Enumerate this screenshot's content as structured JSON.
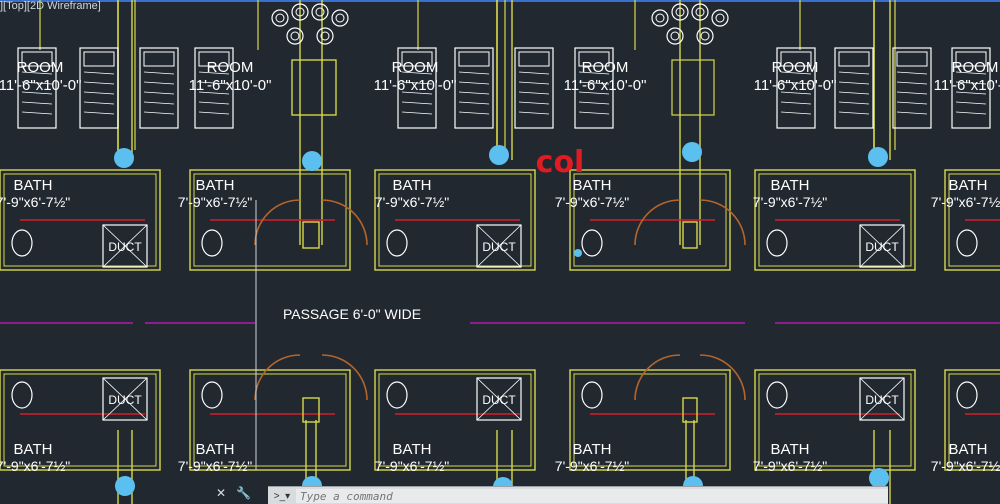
{
  "viewport_label": "][Top][2D Wireframe]",
  "labels": {
    "room_title": "ROOM",
    "room_size": "11'-6\"x10'-0\"",
    "bath_title": "BATH",
    "bath_size": "7'-9\"x6'-7½\"",
    "duct": "DUCT",
    "passage": "PASSAGE 6'-0\" WIDE",
    "annotation": "col"
  },
  "commandline": {
    "placeholder": "Type a command",
    "close_glyph": "✕",
    "wrench_glyph": "🔧"
  },
  "colors": {
    "background": "#212830",
    "walls": "#d8d84a",
    "text": "#ffffff",
    "furniture": "#ffffff",
    "doors": "#b5652a",
    "passage_line": "#b01ab0",
    "column_marker": "#5bc0f0",
    "annotation": "#e01b24",
    "red_threshold": "#d21f2b"
  },
  "icons": [
    "close-icon",
    "wrench-icon",
    "command-prompt-icon",
    "scroll-right-icon"
  ]
}
